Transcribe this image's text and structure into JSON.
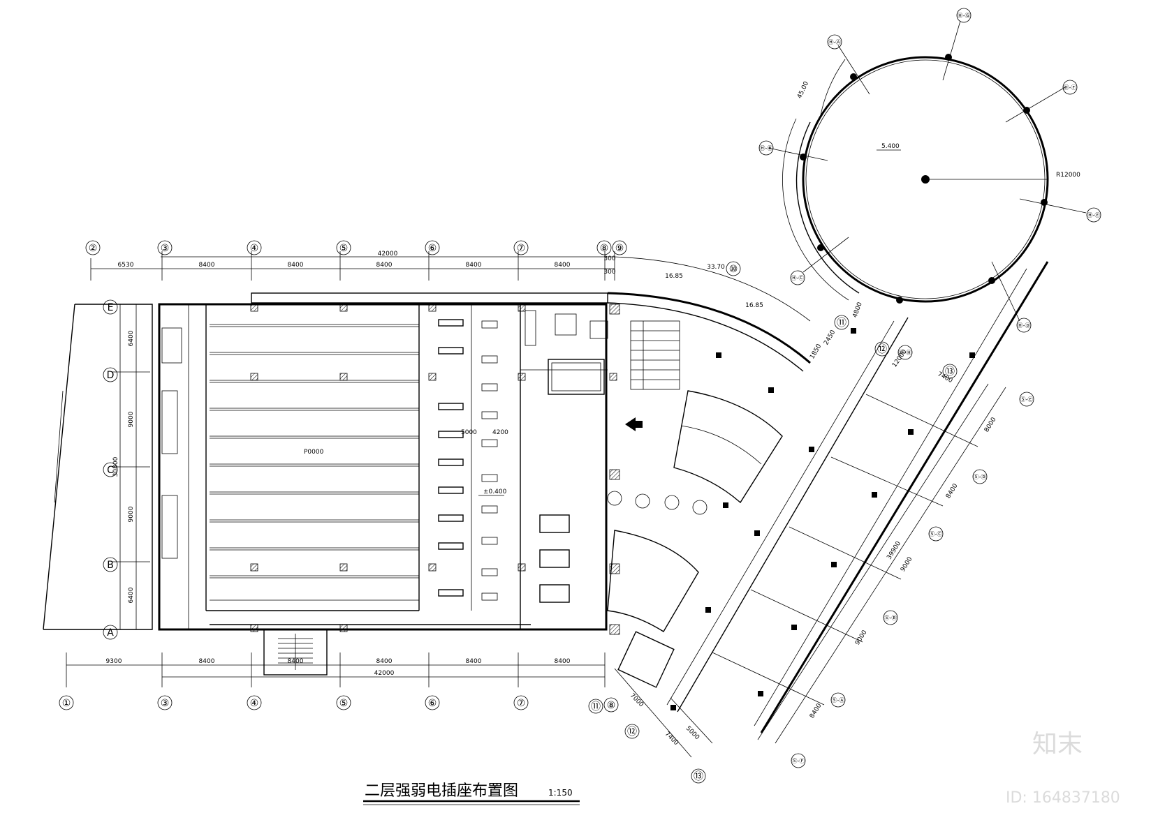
{
  "drawing": {
    "title": "二层强弱电插座布置图",
    "scale": "1:150",
    "watermark_brand": "知末",
    "watermark_id": "ID: 164837180"
  },
  "grid_top_labels": [
    "②",
    "③",
    "④",
    "⑤",
    "⑥",
    "⑦",
    "⑧",
    "⑨"
  ],
  "grid_bottom_labels": [
    "①",
    "③",
    "④",
    "⑤",
    "⑥",
    "⑦",
    "⑪",
    "⑧",
    "⑫",
    "⑬"
  ],
  "grid_left_labels": [
    "E",
    "D",
    "C",
    "B",
    "A"
  ],
  "grid_radial_labels": [
    "⑩",
    "⑪",
    "⑫",
    "⑬"
  ],
  "grid_circle_labels": [
    "Ⓗ-Ⓖ",
    "Ⓗ-Ⓕ",
    "Ⓗ-Ⓔ",
    "Ⓗ-Ⓓ",
    "Ⓗ-Ⓒ",
    "Ⓗ-Ⓑ",
    "Ⓗ-Ⓐ",
    "Ⓗ-Ⓗ"
  ],
  "grid_curve_labels": [
    "Ⓢ-Ⓔ",
    "Ⓢ-Ⓓ",
    "Ⓢ-Ⓒ",
    "Ⓢ-Ⓑ",
    "Ⓢ-Ⓐ",
    "Ⓢ-Ⓕ"
  ],
  "dims_top": [
    "6530",
    "8400",
    "8400",
    "8400",
    "8400",
    "8400",
    "300",
    "300"
  ],
  "dim_top_total": "42000",
  "dims_top_curve": [
    "33.70",
    "16.85",
    "16.85"
  ],
  "dims_bottom": [
    "9300",
    "8400",
    "8400",
    "8400",
    "8400",
    "8400"
  ],
  "dim_bottom_total": "42000",
  "dims_left": [
    "6400",
    "9000",
    "9000",
    "6400"
  ],
  "dim_left_total": "30800",
  "dims_right": [
    "8000",
    "8400",
    "9000",
    "9000",
    "8400"
  ],
  "dim_right_total": "39900",
  "dims_misc": [
    "7400",
    "5000",
    "7400",
    "7000",
    "4800",
    "1850",
    "2450",
    "12000",
    "45.00"
  ],
  "levels": [
    "5.400",
    "±0.400"
  ],
  "radius_label": "R12000",
  "inner_dims": [
    "P0000",
    "5000",
    "4200"
  ]
}
